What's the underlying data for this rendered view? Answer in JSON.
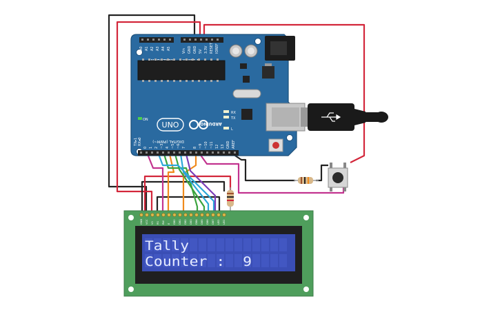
{
  "board": {
    "brand": "ARDUINO",
    "model": "UNO",
    "on_label": "ON",
    "power_label": "POWER",
    "analog_label": "ANALOG IN",
    "digital_label": "DIGITAL (PWM~)",
    "rx_label": "RX",
    "tx_label": "TX",
    "l_label": "L",
    "tx1_label": "TX▸1",
    "rx0_label": "RX◂0",
    "power_pins": [
      "IOREF",
      "RESET",
      "3.3V",
      "5V",
      "GND",
      "GND",
      "Vin"
    ],
    "analog_pins": [
      "A0",
      "A1",
      "A2",
      "A3",
      "A4",
      "A5"
    ],
    "digital_pins": [
      "AREF",
      "GND",
      "13",
      "12",
      "~11",
      "~10",
      "~9",
      "8",
      "7",
      "~6",
      "~5",
      "4",
      "~3",
      "2",
      "1",
      "0"
    ]
  },
  "lcd": {
    "line1": "Tally",
    "line2": "Counter :  9",
    "pins": [
      "GND",
      "VCC",
      "V0",
      "RS",
      "RW",
      "E",
      "DB0",
      "DB1",
      "DB2",
      "DB3",
      "DB4",
      "DB5",
      "DB6",
      "DB7",
      "LED",
      "LED"
    ]
  },
  "colors": {
    "board": "#2a6aa0",
    "lcd_pcb": "#4f9e5c",
    "lcd_screen": "#3a4eb5",
    "wire_red": "#d3263a",
    "wire_black": "#222222",
    "wire_magenta": "#c2338f",
    "wire_orange": "#f08a1c",
    "wire_green": "#3aa33d",
    "wire_cyan": "#2aa7d8",
    "wire_purple": "#7a3db8"
  }
}
